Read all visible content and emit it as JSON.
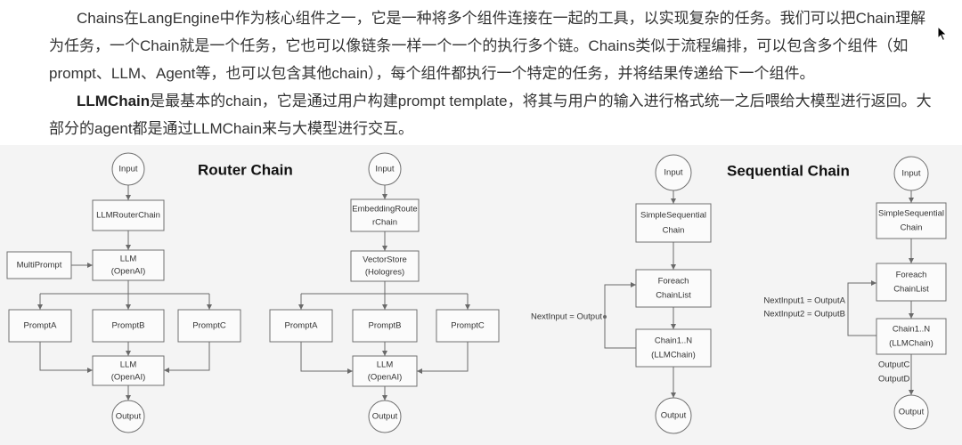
{
  "document": {
    "paragraph_1": "Chains在LangEngine中作为核心组件之一，它是一种将多个组件连接在一起的工具，以实现复杂的任务。我们可以把Chain理解为任务，一个Chain就是一个任务，它也可以像链条一样一个一个的执行多个链。Chains类似于流程编排，可以包含多个组件（如prompt、LLM、Agent等，也可以包含其他chain），每个组件都执行一个特定的任务，并将结果传递给下一个组件。",
    "paragraph_2": {
      "bold_term": "LLMChain",
      "text": "是最基本的chain，它是通过用户构建prompt template，将其与用户的输入进行格式统一之后喂给大模型进行返回。大部分的agent都是通过LLMChain来与大模型进行交互。"
    }
  },
  "figure": {
    "router_title": "Router Chain",
    "sequential_title": "Sequential Chain",
    "router_chain_1": {
      "input": "Input",
      "router": "LLMRouterChain",
      "multi_prompt": "MultiPrompt",
      "llm_top": [
        "LLM",
        "(OpenAI)"
      ],
      "prompts": [
        "PromptA",
        "PromptB",
        "PromptC"
      ],
      "llm_bottom": [
        "LLM",
        "(OpenAI)"
      ],
      "output": "Output"
    },
    "router_chain_2": {
      "input": "Input",
      "router": [
        "EmbeddingRoute",
        "rChain"
      ],
      "vector_store": [
        "VectorStore",
        "(Hologres)"
      ],
      "prompts": [
        "PromptA",
        "PromptB",
        "PromptC"
      ],
      "llm": [
        "LLM",
        "(OpenAI)"
      ],
      "output": "Output"
    },
    "sequential_chain_1": {
      "input": "Input",
      "chain": [
        "SimpleSequential",
        "Chain"
      ],
      "foreach": [
        "Foreach",
        "ChainList"
      ],
      "chains": [
        "Chain1..N",
        "(LLMChain)"
      ],
      "loop_label": "NextInput = Output",
      "output": "Output"
    },
    "sequential_chain_2": {
      "input": "Input",
      "chain": [
        "SimpleSequential",
        "Chain"
      ],
      "foreach": [
        "Foreach",
        "ChainList"
      ],
      "chains": [
        "Chain1..N",
        "(LLMChain)"
      ],
      "loop_labels": [
        "NextInput1 = OutputA",
        "NextInput2 = OutputB"
      ],
      "chain_outputs": [
        "OutputC",
        "OutputD"
      ],
      "output": "Output"
    }
  },
  "icons": {
    "cursor": "mouse-pointer-icon"
  },
  "colors": {
    "body_text": "#333333",
    "title_text": "#111111",
    "figure_background": "#f4f4f4",
    "node_fill": "#fbfbfb",
    "node_border": "#707070",
    "node_text": "#333333",
    "connector": "#6a6a6a"
  }
}
